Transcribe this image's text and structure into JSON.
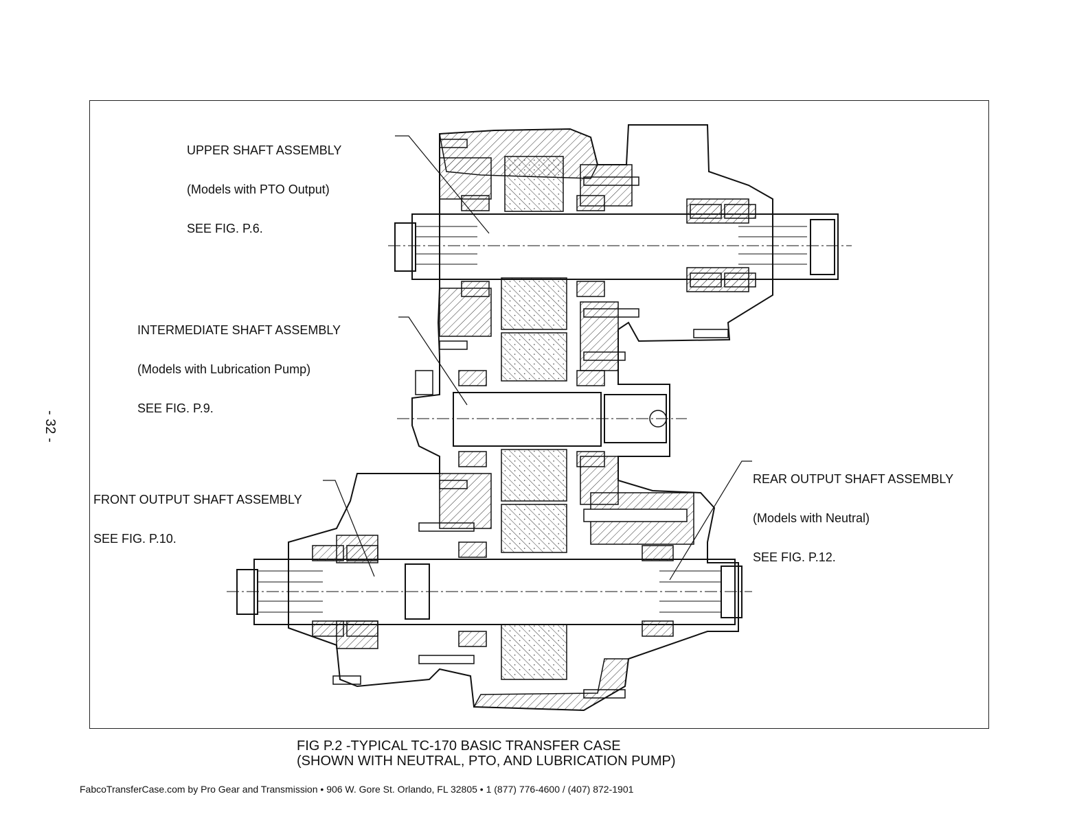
{
  "page_number": "- 32 -",
  "labels": {
    "upper": {
      "line1": "UPPER SHAFT ASSEMBLY",
      "line2": "(Models with PTO Output)",
      "line3": "SEE FIG. P.6."
    },
    "intermediate": {
      "line1": "INTERMEDIATE SHAFT ASSEMBLY",
      "line2": "(Models with Lubrication Pump)",
      "line3": "SEE FIG. P.9."
    },
    "front": {
      "line1": "FRONT OUTPUT SHAFT ASSEMBLY",
      "line2": "SEE FIG. P.10."
    },
    "rear": {
      "line1": "REAR OUTPUT SHAFT ASSEMBLY",
      "line2": "(Models with Neutral)",
      "line3": "SEE FIG. P.12."
    }
  },
  "caption": {
    "line1": "FIG P.2 -TYPICAL TC-170 BASIC TRANSFER CASE",
    "line2": "(SHOWN WITH NEUTRAL, PTO, AND LUBRICATION PUMP)"
  },
  "footer": "FabcoTransferCase.com by Pro Gear and Transmission  • 906 W. Gore St. Orlando, FL 32805 • 1 (877) 776-4600 / (407) 872-1901"
}
